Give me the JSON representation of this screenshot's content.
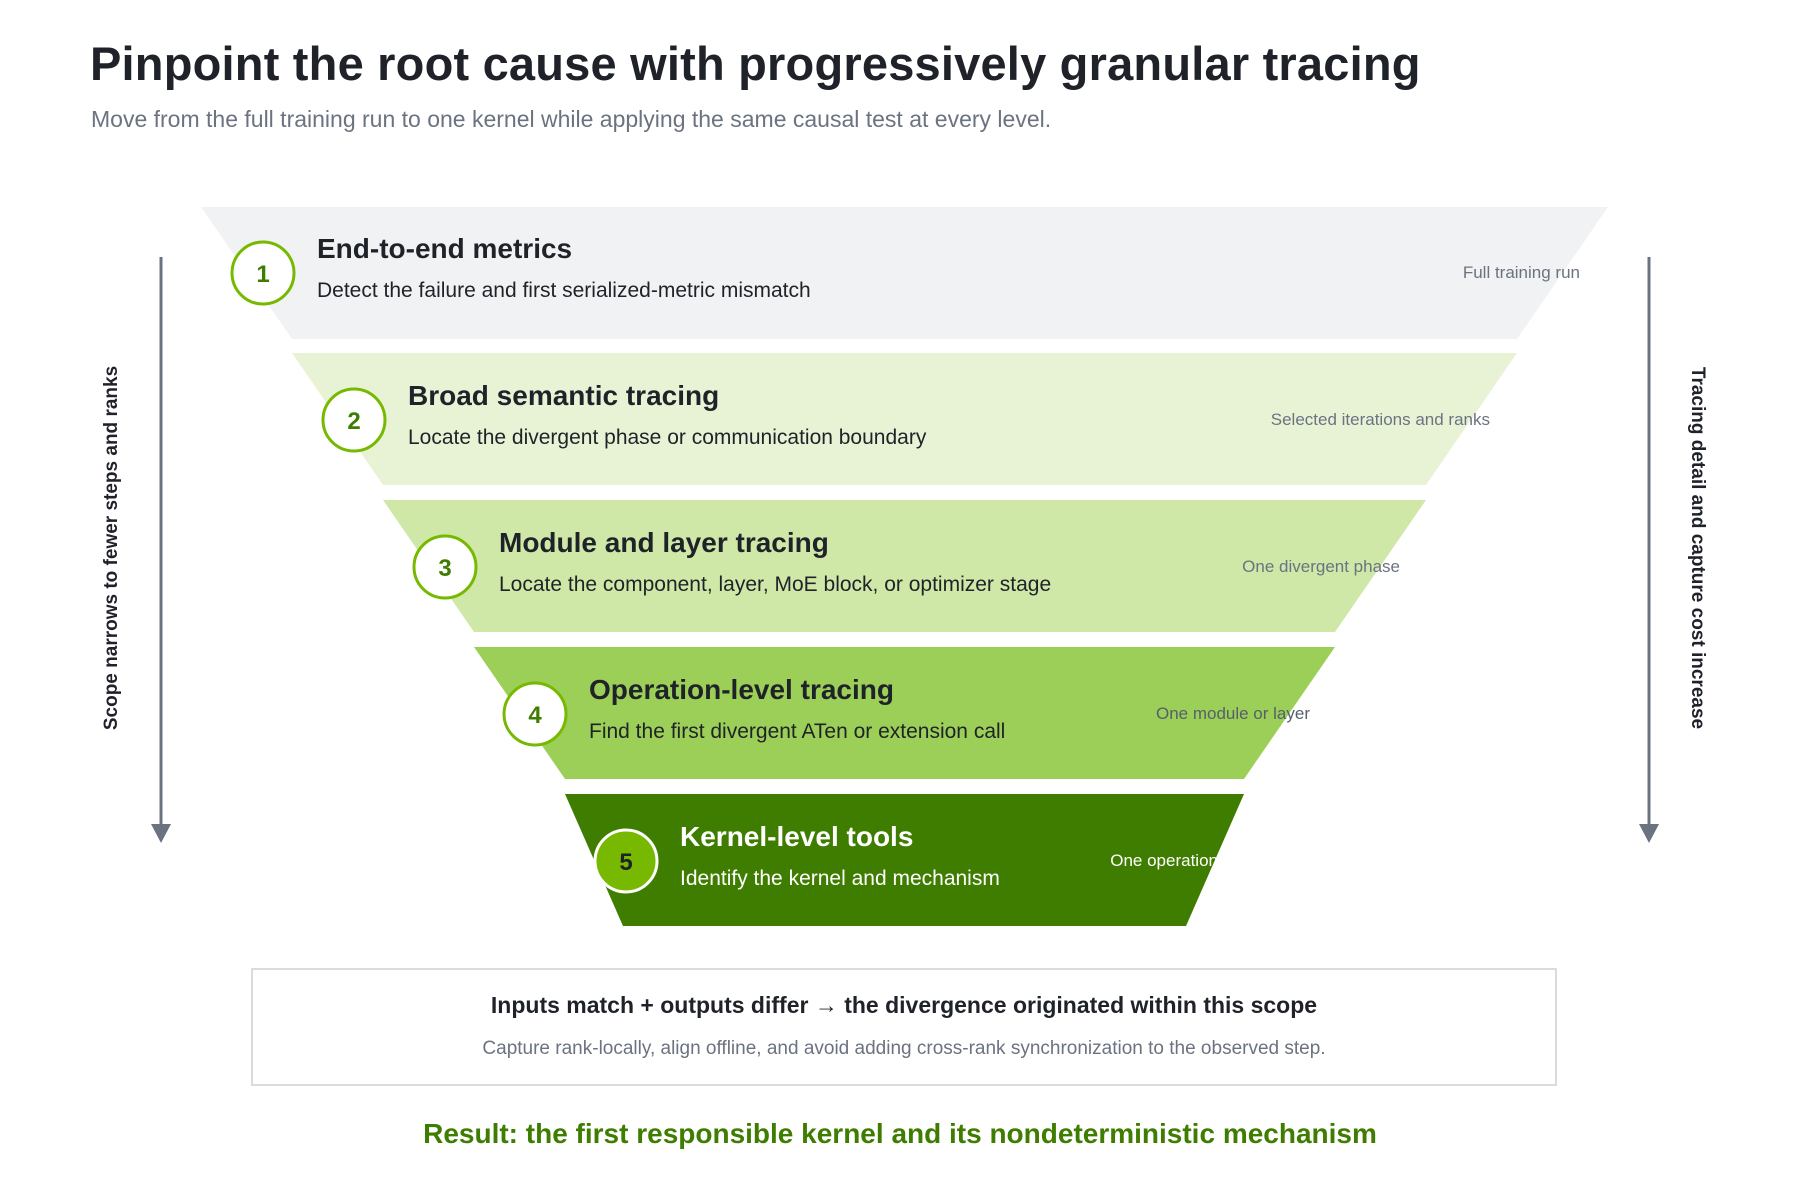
{
  "header": {
    "title": "Pinpoint the root cause with progressively granular tracing",
    "subtitle": "Move from the full training run to one kernel while applying the same causal test at every level."
  },
  "axes": {
    "left_label": "Scope narrows to fewer steps and ranks",
    "right_label": "Tracing detail and capture cost increase"
  },
  "levels": [
    {
      "number": "1",
      "title": "End-to-end metrics",
      "description": "Detect the failure and first serialized-metric mismatch",
      "scope": "Full training run",
      "fill": "#f1f2f3",
      "text_color": "#1f2329",
      "scope_color": "#6b7380",
      "badge_fill": "#ffffff",
      "badge_stroke": "#76b900",
      "badge_text": "#3f7d00"
    },
    {
      "number": "2",
      "title": "Broad semantic tracing",
      "description": "Locate the divergent phase or communication boundary",
      "scope": "Selected iterations and ranks",
      "fill": "#e8f3d6",
      "text_color": "#1f2329",
      "scope_color": "#6b7380",
      "badge_fill": "#ffffff",
      "badge_stroke": "#76b900",
      "badge_text": "#3f7d00"
    },
    {
      "number": "3",
      "title": "Module and layer tracing",
      "description": "Locate the component, layer, MoE block, or optimizer stage",
      "scope": "One divergent phase",
      "fill": "#cfe8a8",
      "text_color": "#1f2329",
      "scope_color": "#6b7380",
      "badge_fill": "#ffffff",
      "badge_stroke": "#76b900",
      "badge_text": "#3f7d00"
    },
    {
      "number": "4",
      "title": "Operation-level tracing",
      "description": "Find the first divergent ATen or extension call",
      "scope": "One module or layer",
      "fill": "#9ccf58",
      "text_color": "#1f2329",
      "scope_color": "#55606b",
      "badge_fill": "#ffffff",
      "badge_stroke": "#76b900",
      "badge_text": "#3f7d00"
    },
    {
      "number": "5",
      "title": "Kernel-level tools",
      "description": "Identify the kernel and mechanism",
      "scope": "One operation",
      "fill": "#3f7d00",
      "text_color": "#ffffff",
      "scope_color": "#ffffff",
      "badge_fill": "#76b900",
      "badge_stroke": "#ffffff",
      "badge_text": "#1f2329"
    }
  ],
  "causal_test": {
    "rule": "Inputs match + outputs differ → the divergence originated within this scope",
    "note": "Capture rank-locally, align offline, and avoid adding cross-rank synchronization to the observed step."
  },
  "result": "Result: the first responsible kernel and its nondeterministic mechanism",
  "colors": {
    "accent": "#76b900",
    "dark_green": "#3f7d00",
    "arrow": "#6b7380",
    "heading": "#1f2329",
    "muted": "#6b7380"
  }
}
